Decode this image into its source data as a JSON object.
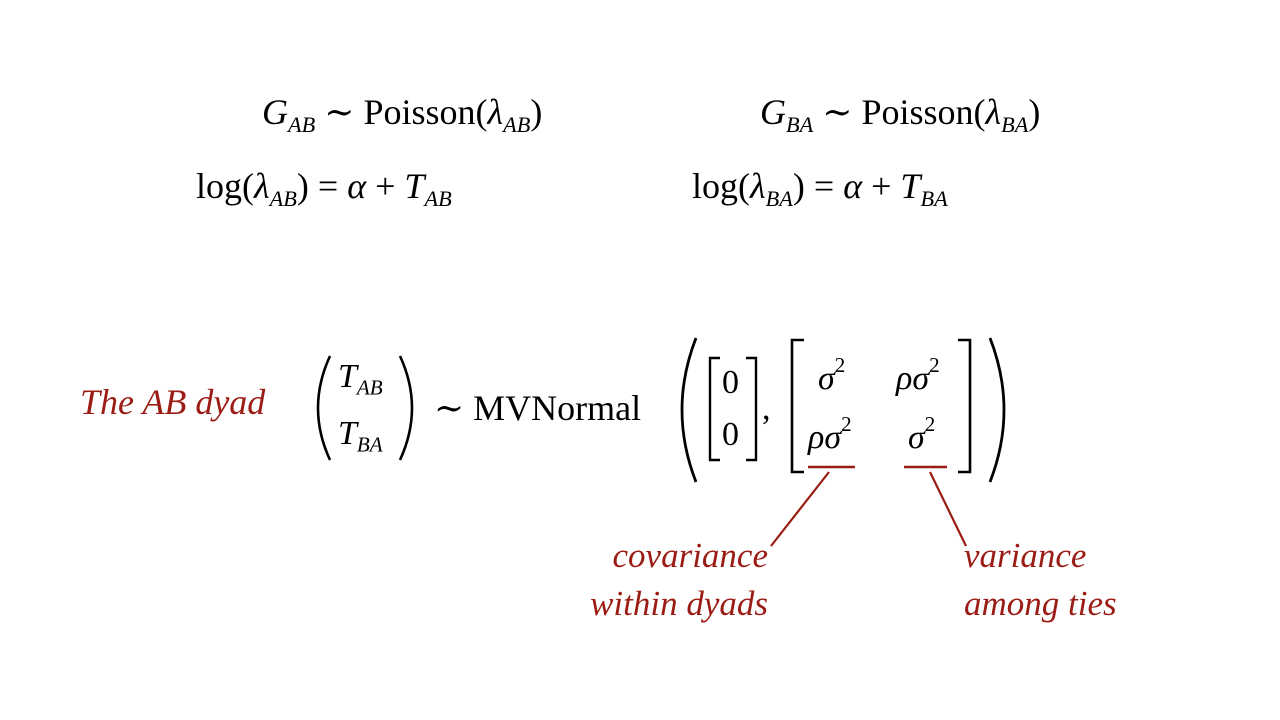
{
  "colors": {
    "accent": "#9b1c14",
    "text": "#000000"
  },
  "equations": {
    "poisson_ab": {
      "var": "G",
      "sub": "AB",
      "dist": "Poisson",
      "param": "λ",
      "param_sub": "AB"
    },
    "poisson_ba": {
      "var": "G",
      "sub": "BA",
      "dist": "Poisson",
      "param": "λ",
      "param_sub": "BA"
    },
    "log_ab": {
      "func": "log",
      "param": "λ",
      "param_sub": "AB",
      "alpha": "α",
      "t": "T",
      "t_sub": "AB"
    },
    "log_ba": {
      "func": "log",
      "param": "λ",
      "param_sub": "BA",
      "alpha": "α",
      "t": "T",
      "t_sub": "BA"
    }
  },
  "dyad": {
    "label": "The AB dyad",
    "vec_top": {
      "var": "T",
      "sub": "AB"
    },
    "vec_bottom": {
      "var": "T",
      "sub": "BA"
    },
    "dist": "MVNormal",
    "mean_top": "0",
    "mean_bottom": "0",
    "sigma": "σ",
    "rho": "ρ",
    "exp": "2"
  },
  "annotations": {
    "covariance": [
      "covariance",
      "within dyads"
    ],
    "variance": [
      "variance",
      "among ties"
    ]
  }
}
